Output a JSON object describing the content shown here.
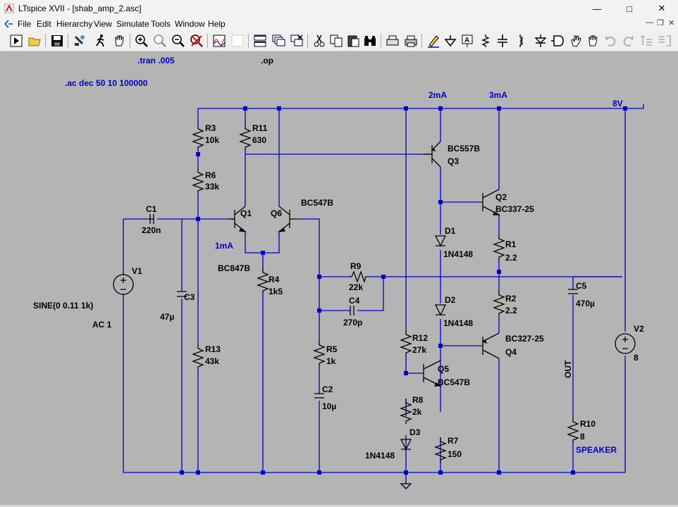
{
  "window": {
    "title": "LTspice XVII - [shab_amp_2.asc]"
  },
  "menu": {
    "items": [
      "File",
      "Edit",
      "Hierarchy",
      "View",
      "Simulate",
      "Tools",
      "Window",
      "Help"
    ]
  },
  "toolbar": {
    "icons": [
      "run-icon",
      "open-icon",
      "save-icon",
      "control-panel-icon",
      "halt-icon",
      "pan-icon",
      "zoom-in-icon",
      "zoom-out-icon",
      "zoom-fit-icon",
      "zoom-cancel-icon",
      "waveform-icon",
      "waveform-cancel-icon",
      "tile-horizontal-icon",
      "cascade-icon",
      "close-windows-icon",
      "cut-icon",
      "copy-icon",
      "paste-icon",
      "find-icon",
      "print-setup-icon",
      "print-icon",
      "draw-wire-icon",
      "ground-icon",
      "label-icon",
      "resistor-icon",
      "capacitor-icon",
      "inductor-icon",
      "diode-icon",
      "component-icon",
      "move-icon",
      "drag-icon",
      "undo-icon",
      "redo-icon",
      "text-icon",
      "spice-directive-icon"
    ]
  },
  "schematic": {
    "directives": {
      "tran": ".tran .005",
      "op": ".op",
      "ac": ".ac dec 50 10 100000"
    },
    "current_labels": {
      "q3": "2mA",
      "q2": "3mA",
      "q1": "1mA"
    },
    "net_labels": {
      "vcc": "8V",
      "out": "OUT",
      "speaker": "SPEAKER"
    },
    "components": {
      "R3": {
        "name": "R3",
        "value": "10k"
      },
      "R11": {
        "name": "R11",
        "value": "630"
      },
      "R6": {
        "name": "R6",
        "value": "33k"
      },
      "R13": {
        "name": "R13",
        "value": "43k"
      },
      "R4": {
        "name": "R4",
        "value": "1k5"
      },
      "R9": {
        "name": "R9",
        "value": "22k"
      },
      "R5": {
        "name": "R5",
        "value": "1k"
      },
      "R12": {
        "name": "R12",
        "value": "27k"
      },
      "R8": {
        "name": "R8",
        "value": "2k"
      },
      "R7": {
        "name": "R7",
        "value": "150"
      },
      "R1": {
        "name": "R1",
        "value": "2.2"
      },
      "R2": {
        "name": "R2",
        "value": "2.2"
      },
      "R10": {
        "name": "R10",
        "value": "8"
      },
      "C1": {
        "name": "C1",
        "value": "220n"
      },
      "C3": {
        "name": "C3",
        "value": "47µ"
      },
      "C4": {
        "name": "C4",
        "value": "270p"
      },
      "C2": {
        "name": "C2",
        "value": "10µ"
      },
      "C5": {
        "name": "C5",
        "value": "470µ"
      },
      "Q1": {
        "name": "Q1",
        "model": "BC847B"
      },
      "Q6": {
        "name": "Q6",
        "model": "BC547B"
      },
      "Q3": {
        "name": "Q3",
        "model": "BC557B"
      },
      "Q2": {
        "name": "Q2",
        "model": "BC337-25"
      },
      "Q4": {
        "name": "Q4",
        "model": "BC327-25"
      },
      "Q5": {
        "name": "Q5",
        "model": "BC547B"
      },
      "D1": {
        "name": "D1",
        "model": "1N4148"
      },
      "D2": {
        "name": "D2",
        "model": "1N4148"
      },
      "D3": {
        "name": "D3",
        "model": "1N4148"
      },
      "V1": {
        "name": "V1",
        "value": "SINE(0 0.11 1k)",
        "ac": "AC 1"
      },
      "V2": {
        "name": "V2",
        "value": "8"
      }
    }
  },
  "colors": {
    "wire": "#0000c8",
    "component": "#000000",
    "background": "#b4b4b4",
    "junction": "#0000c8"
  }
}
